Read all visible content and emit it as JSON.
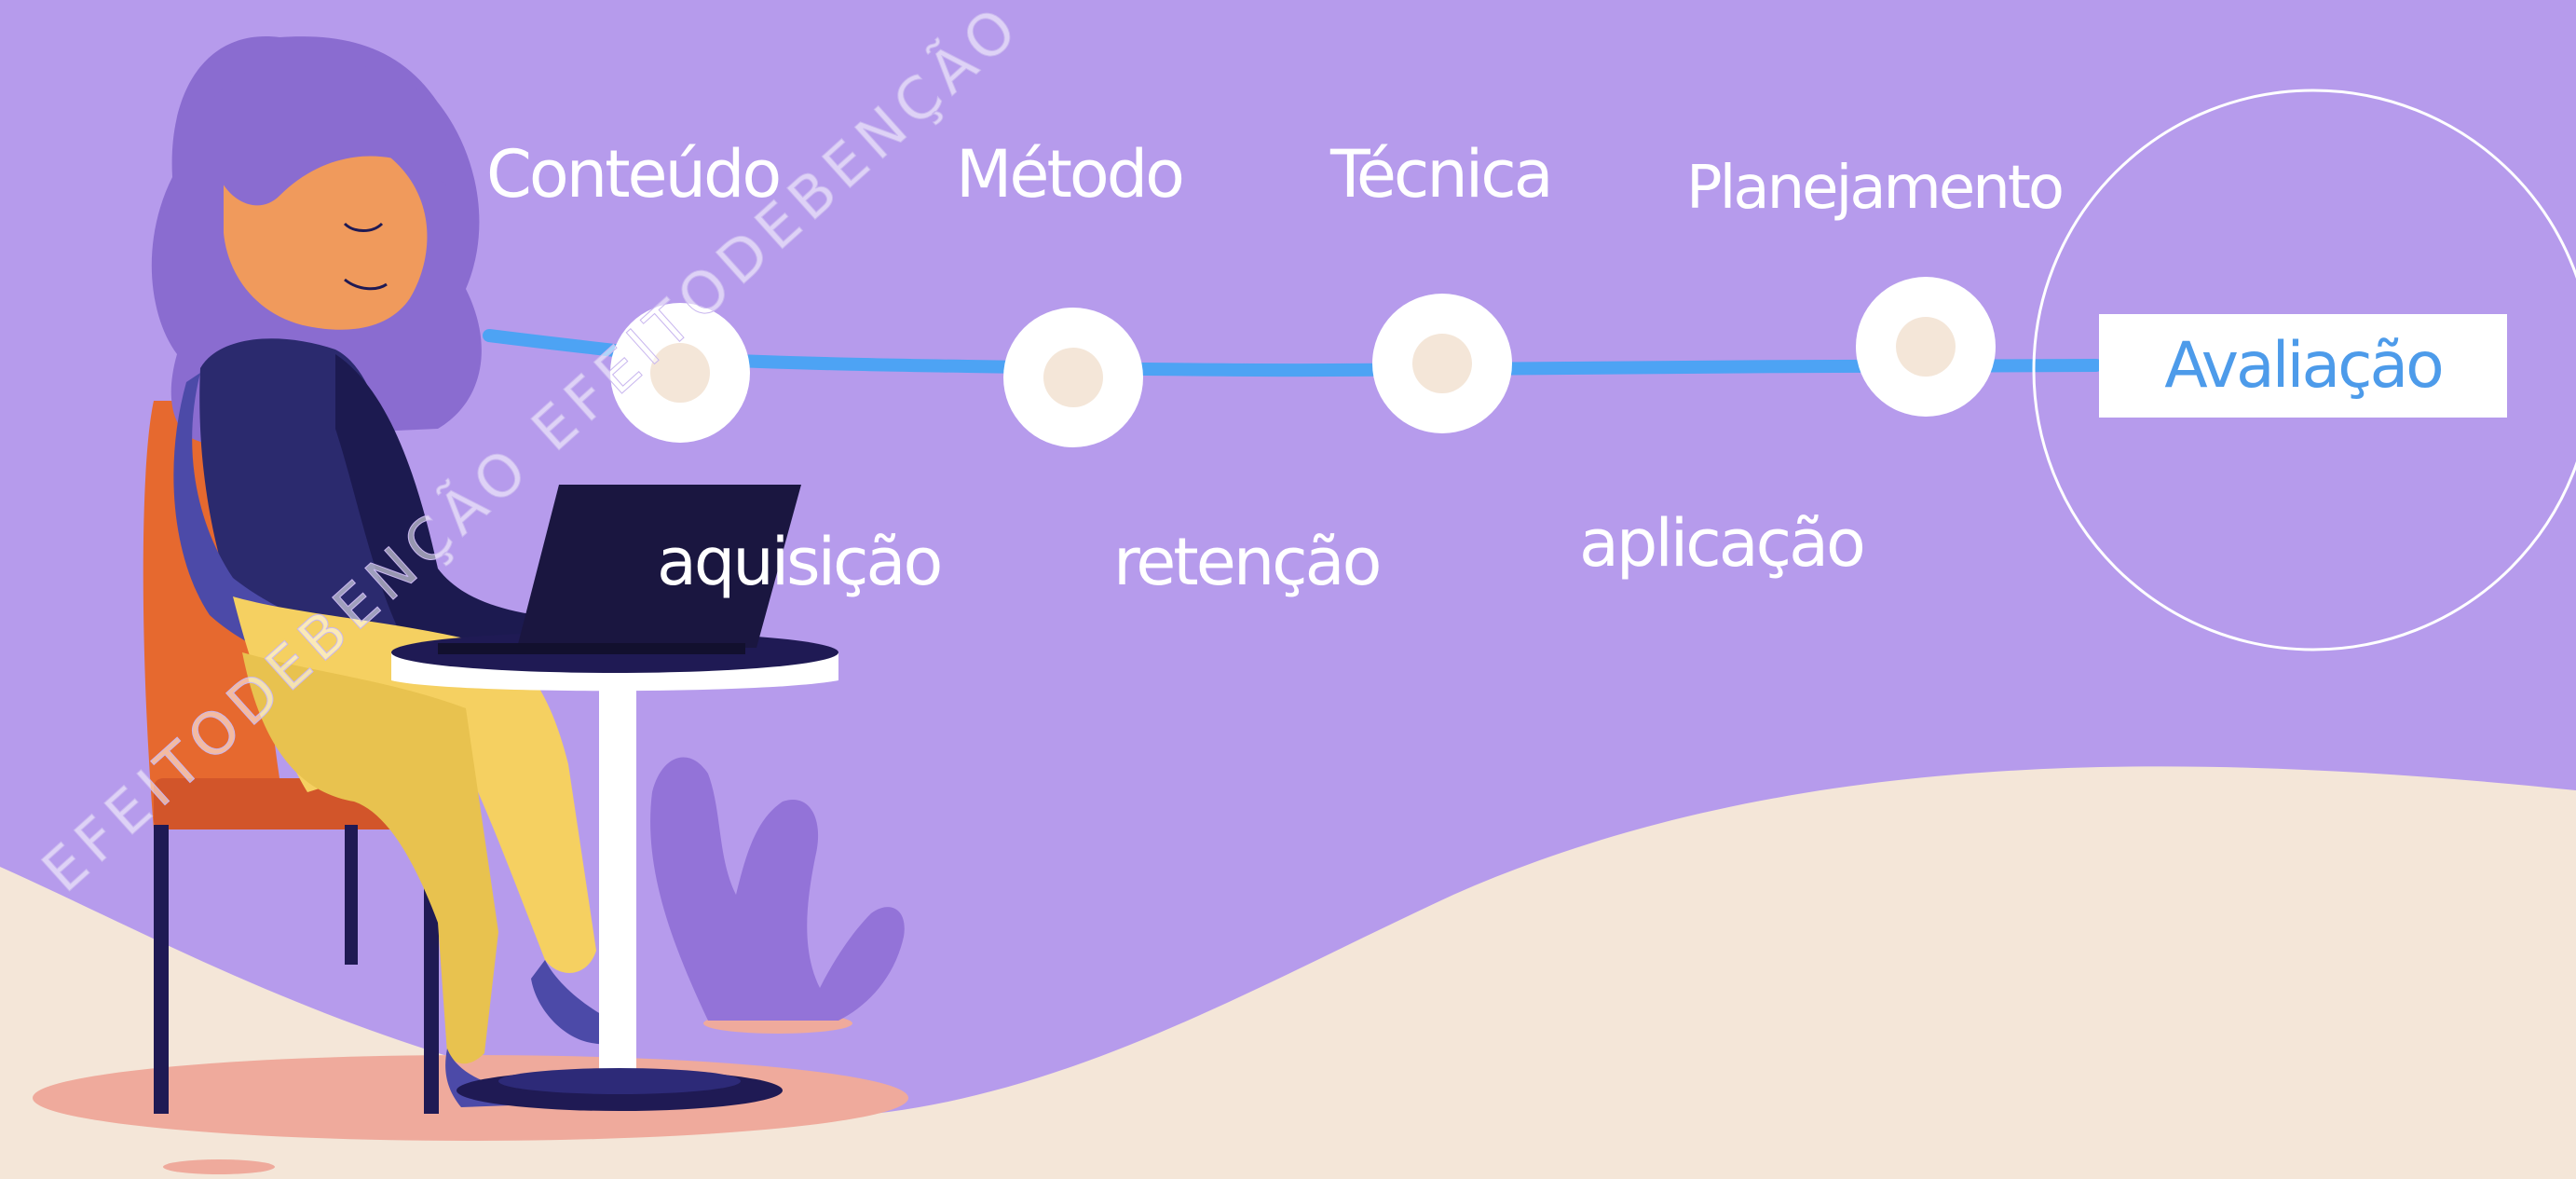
{
  "colors": {
    "background": "#b69bec",
    "ground": "#f4e6d8",
    "timeline": "#4da3f4",
    "node_outer": "#ffffff",
    "node_inner": "#f4e6d8",
    "highlight_text": "#4d9bea"
  },
  "stages": [
    {
      "label": "Conteúdo"
    },
    {
      "label": "Método"
    },
    {
      "label": "Técnica"
    },
    {
      "label": "Planejamento"
    }
  ],
  "phases": [
    {
      "label": "aquisição"
    },
    {
      "label": "retenção"
    },
    {
      "label": "aplicação"
    }
  ],
  "final_stage": {
    "label": "Avaliação"
  },
  "watermark": {
    "text": "EFEITODEBENÇÃO EFEITODEBENÇÃO"
  }
}
